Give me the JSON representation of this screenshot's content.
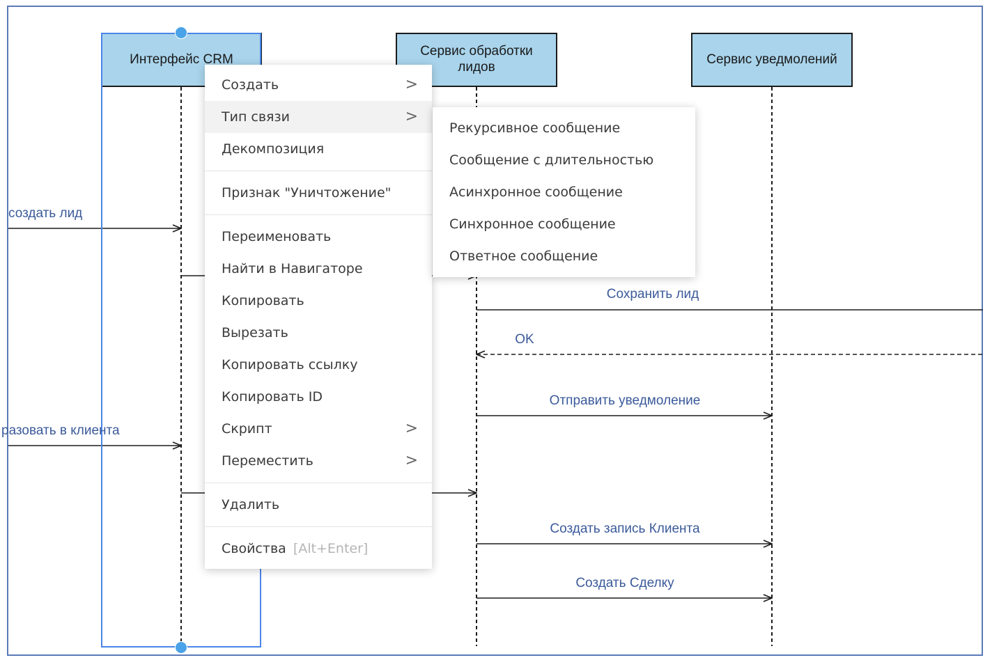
{
  "lifelines": [
    {
      "id": "crm",
      "title": "Интерфейс CRM"
    },
    {
      "id": "leads",
      "title": "Сервис обработки лидов"
    },
    {
      "id": "notify",
      "title": "Сервис уведмолений"
    }
  ],
  "messages": {
    "create_lead": "создать лид",
    "convert_client": "разовать в клиента",
    "save_lead": "Сохранить лид",
    "ok": "OK",
    "send_notification": "Отправить уведмоление",
    "create_client_record": "Создать запись Клиента",
    "create_deal": "Создать Сделку"
  },
  "context_menu": {
    "create": "Создать",
    "link_type": "Тип связи",
    "decomposition": "Декомпозиция",
    "destroy_flag": "Признак \"Уничтожение\"",
    "rename": "Переименовать",
    "find_in_navigator": "Найти в Навигаторе",
    "copy": "Копировать",
    "cut": "Вырезать",
    "copy_link": "Копировать ссылку",
    "copy_id": "Копировать ID",
    "script": "Скрипт",
    "move": "Переместить",
    "delete": "Удалить",
    "properties": "Свойства",
    "properties_shortcut": "[Alt+Enter]",
    "chevron": ">"
  },
  "submenu": {
    "items": [
      "Рекурсивное сообщение",
      "Сообщение с длительностью",
      "Асинхронное сообщение",
      "Синхронное сообщение",
      "Ответное сообщение"
    ]
  },
  "colors": {
    "lifeline_fill": "#a9d4ec",
    "selection": "#4a86e8",
    "message_label": "#3b5a9a",
    "frame": "#5a7ab8"
  }
}
